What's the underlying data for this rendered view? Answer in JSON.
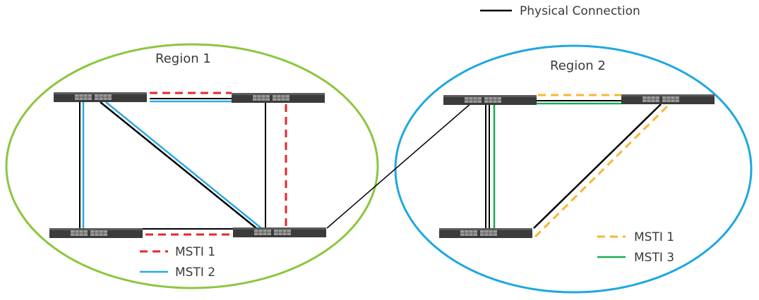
{
  "legend_top": {
    "physical_label": "Physical Connection",
    "physical_color": "#000000"
  },
  "regions": [
    {
      "label": "Region 1",
      "border_color": "#8cc63f",
      "legend": [
        {
          "label": "MSTI 1",
          "color": "#e8262b",
          "style": "dashed"
        },
        {
          "label": "MSTI 2",
          "color": "#29abe2",
          "style": "solid"
        }
      ]
    },
    {
      "label": "Region 2",
      "border_color": "#1fa8e0",
      "legend": [
        {
          "label": "MSTI 1",
          "color": "#f7b733",
          "style": "dashed"
        },
        {
          "label": "MSTI 3",
          "color": "#1aab52",
          "style": "solid"
        }
      ]
    }
  ],
  "devices": {
    "count": 7,
    "kind": "network switch"
  }
}
